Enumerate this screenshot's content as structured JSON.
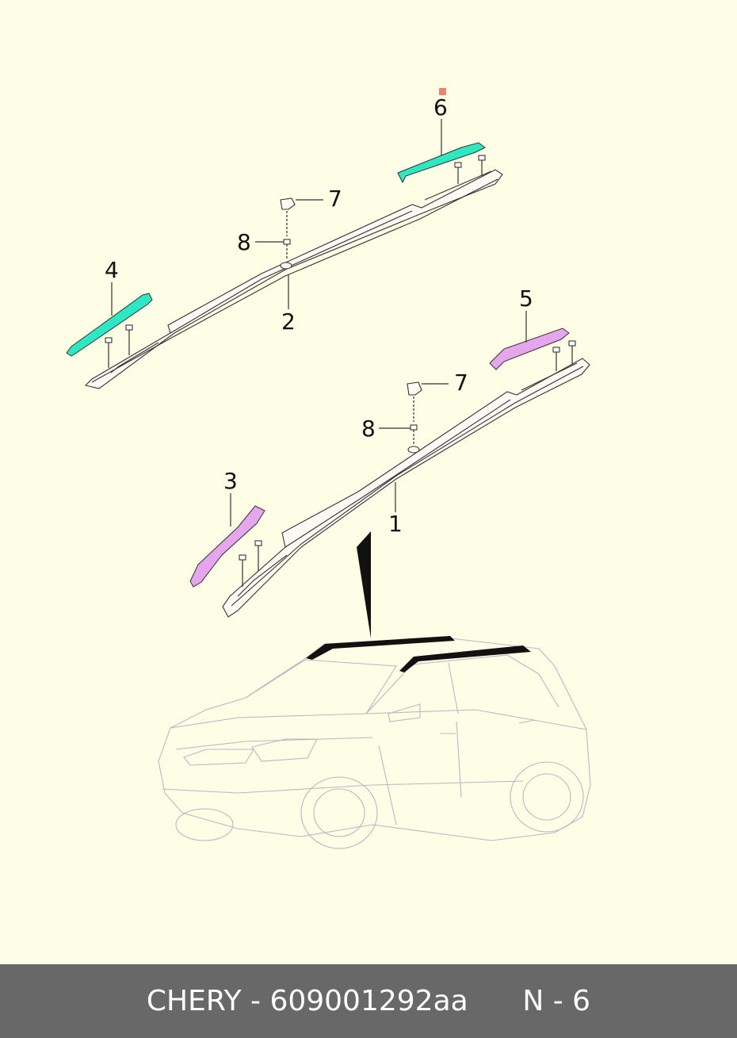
{
  "diagram": {
    "callouts": {
      "c1": "1",
      "c2": "2",
      "c3": "3",
      "c4": "4",
      "c5": "5",
      "c6": "6",
      "c7a": "7",
      "c7b": "7",
      "c8a": "8",
      "c8b": "8"
    },
    "colors": {
      "background": "#fefde6",
      "teal_part": "#2ee8c4",
      "pink_part": "#e6a6ee",
      "marker": "#f08070",
      "footer_bg": "#686868"
    }
  },
  "footer": {
    "brand_part": "CHERY - 609001292aa",
    "page_ref": "N - 6"
  }
}
